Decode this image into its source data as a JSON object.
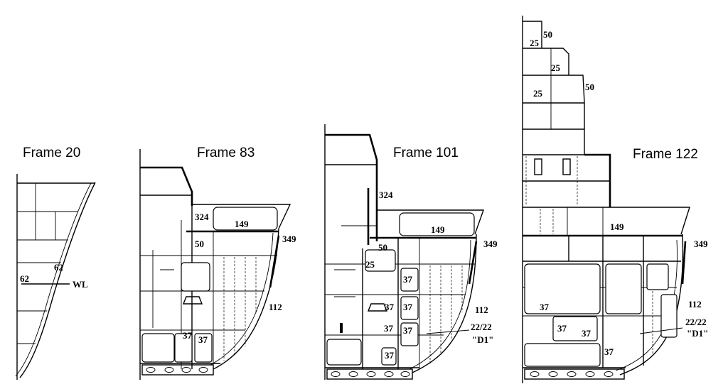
{
  "frames": [
    {
      "title": "Frame 20",
      "labels": [
        "62",
        "62",
        "WL"
      ]
    },
    {
      "title": "Frame 83",
      "labels": [
        "324",
        "149",
        "349",
        "50",
        "112",
        "37",
        "37"
      ]
    },
    {
      "title": "Frame 101",
      "labels": [
        "324",
        "149",
        "349",
        "50",
        "25",
        "37",
        "37",
        "37",
        "37",
        "112",
        "37",
        "22/22",
        "\"D1\"",
        "37"
      ]
    },
    {
      "title": "Frame 122",
      "labels": [
        "50",
        "25",
        "25",
        "50",
        "25",
        "149",
        "349",
        "112",
        "37",
        "37",
        "37",
        "22/22",
        "\"D1\"",
        "37"
      ]
    }
  ]
}
